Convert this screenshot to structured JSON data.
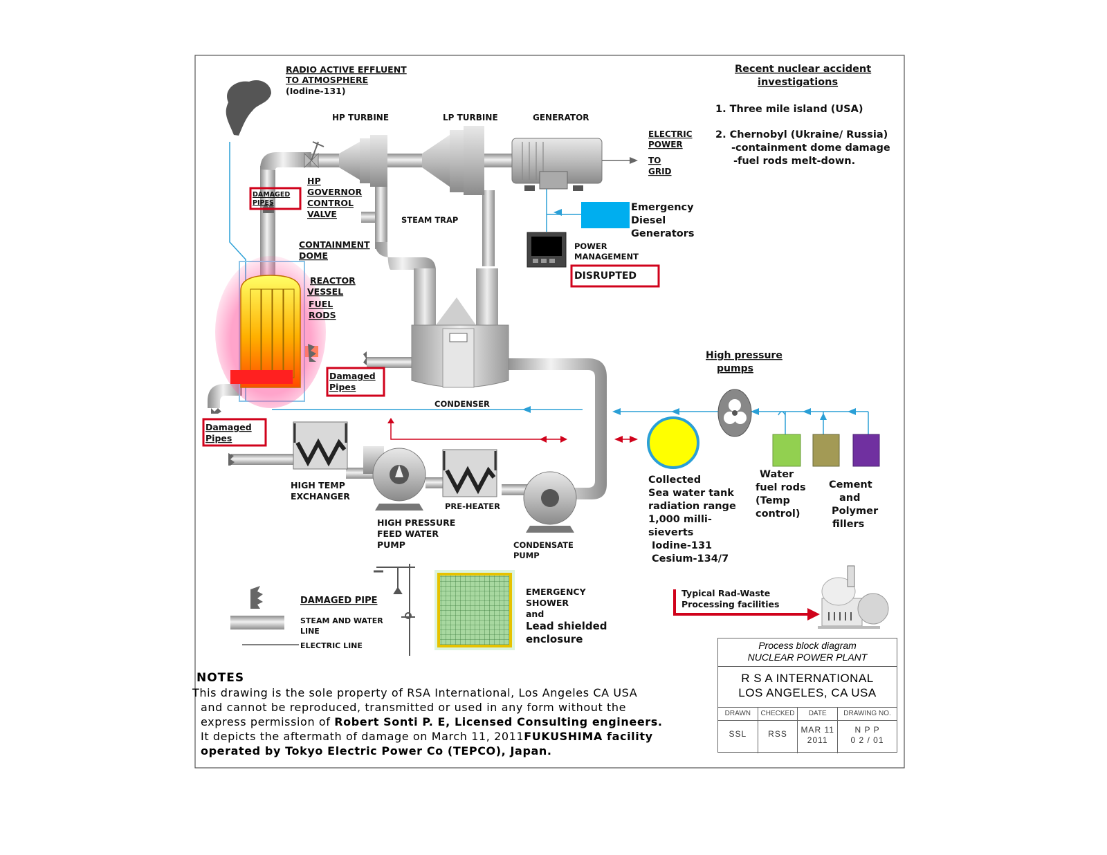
{
  "labels": {
    "effluent": [
      "RADIO ACTIVE EFFLUENT",
      "TO ATMOSPHERE",
      "(Iodine-131)"
    ],
    "hp_turbine": "HP TURBINE",
    "lp_turbine": "LP TURBINE",
    "generator": "GENERATOR",
    "electric_power": [
      "ELECTRIC",
      "POWER",
      "TO",
      "GRID"
    ],
    "damaged_pipes_top": [
      "DAMAGED",
      "PIPES"
    ],
    "hp_governor": [
      "HP",
      "GOVERNOR",
      "CONTROL",
      "VALVE"
    ],
    "steam_trap": "STEAM TRAP",
    "containment_dome": [
      "CONTAINMENT",
      "DOME"
    ],
    "reactor_vessel": [
      "REACTOR",
      "VESSEL"
    ],
    "fuel_rods": [
      "FUEL",
      "RODS"
    ],
    "emergency_diesel": [
      "Emergency",
      "Diesel",
      "Generators"
    ],
    "power_management": [
      "POWER",
      "MANAGEMENT"
    ],
    "disrupted": "DISRUPTED",
    "damaged_pipes_mid": [
      "Damaged",
      "Pipes"
    ],
    "damaged_pipes_left": [
      "Damaged",
      "Pipes"
    ],
    "condenser": "CONDENSER",
    "high_pressure_pumps": [
      "High pressure",
      "pumps"
    ],
    "high_temp_exchanger": [
      "HIGH TEMP",
      "EXCHANGER"
    ],
    "pre_heater": "PRE-HEATER",
    "hp_feed_water_pump": [
      "HIGH PRESSURE",
      "FEED WATER",
      "PUMP"
    ],
    "condensate_pump": [
      "CONDENSATE",
      "PUMP"
    ],
    "collected_tank": [
      "Collected",
      "Sea water tank",
      "radiation range",
      "1,000 milli-",
      "sieverts",
      "Iodine-131",
      "Cesium-134/7"
    ],
    "water_fuel_rods": [
      "Water",
      "fuel rods",
      "(Temp",
      "control)"
    ],
    "cement_polymer": [
      "Cement",
      "and",
      "Polymer",
      "fillers"
    ],
    "rad_waste": [
      "Typical Rad-Waste",
      "Processing facilities"
    ],
    "emergency_shower": [
      "EMERGENCY",
      "SHOWER",
      "and",
      "Lead shielded",
      "enclosure"
    ]
  },
  "legend": {
    "damaged_pipe": "DAMAGED PIPE",
    "steam_water_line": [
      "STEAM AND WATER",
      "LINE"
    ],
    "electric_line": "ELECTRIC LINE"
  },
  "investigations": {
    "title": [
      "Recent nuclear accident",
      "investigations"
    ],
    "items": [
      "1. Three mile island (USA)",
      "2. Chernobyl (Ukraine/ Russia)",
      "-containment dome damage",
      "-fuel rods melt-down."
    ]
  },
  "notes": {
    "heading": "NOTES",
    "line1": "This drawing is the sole property of RSA International, Los Angeles CA USA",
    "line2": "and cannot be reproduced, transmitted or used in any form without the",
    "line3a": "express permission of ",
    "line3b": "Robert Sonti P. E, Licensed Consulting engineers.",
    "line4a": "It depicts the aftermath of damage on March 11, 2011",
    "line4b": "FUKUSHIMA facility",
    "line5": "operated by Tokyo Electric Power Co (TEPCO), Japan."
  },
  "title_block": {
    "subtitle": [
      "Process block diagram",
      "NUCLEAR POWER PLANT"
    ],
    "company": [
      "R S A INTERNATIONAL",
      "LOS ANGELES, CA USA"
    ],
    "headers": [
      "DRAWN",
      "CHECKED",
      "DATE",
      "DRAWING NO."
    ],
    "drawn": "SSL",
    "checked": "RSS",
    "date": [
      "MAR 11",
      "2011"
    ],
    "drawing_no": [
      "N P P",
      "0 2 / 01"
    ]
  },
  "colors": {
    "damage_red": "#d0021b",
    "electric_blue": "#2a9fd6",
    "diesel_blue": "#00aeef",
    "tank_yellow": "#ffff00",
    "water_green": "#92d050",
    "cement_olive": "#a39a55",
    "polymer_purple": "#7030a0",
    "pipe_gray": "#b8b8b8"
  }
}
